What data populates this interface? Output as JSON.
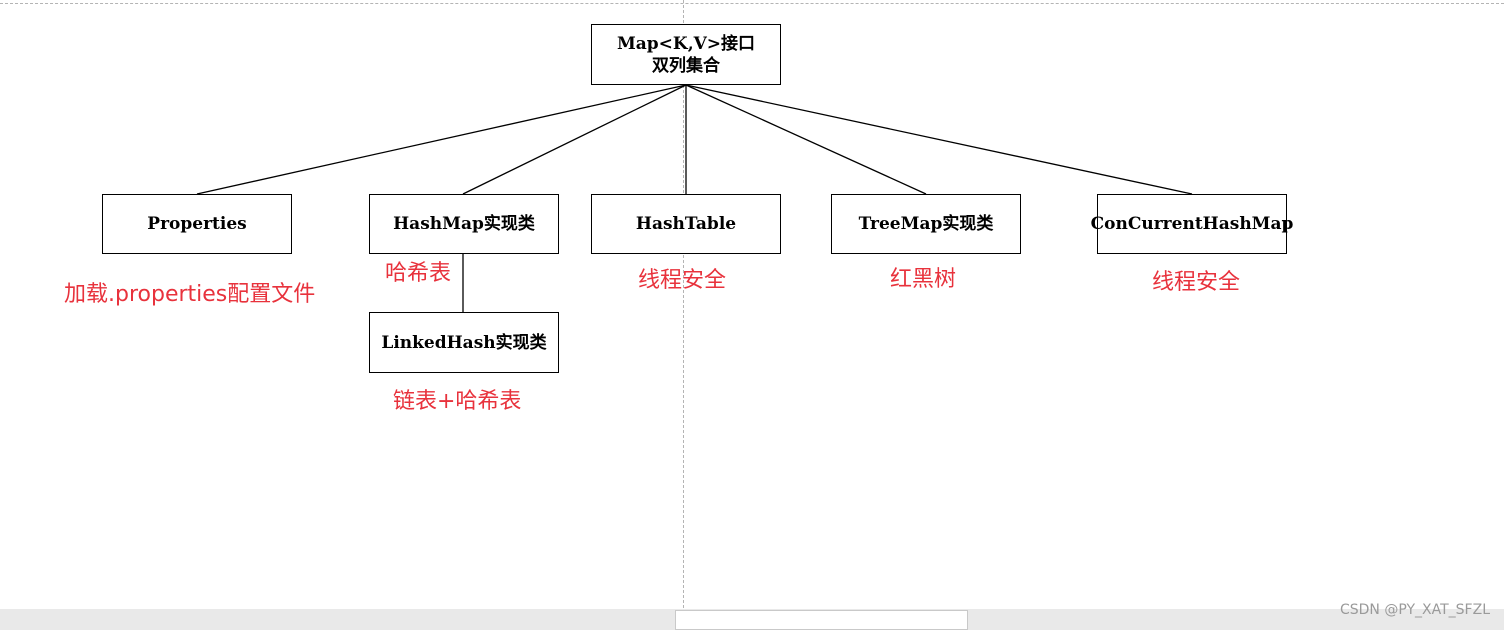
{
  "diagram": {
    "root": {
      "line1": "Map<K,V>接口",
      "line2": "双列集合"
    },
    "children": [
      {
        "label": "Properties",
        "note": "加载.properties配置文件"
      },
      {
        "label": "HashMap实现类",
        "note": "哈希表",
        "child": {
          "label": "LinkedHash实现类",
          "note": "链表+哈希表"
        }
      },
      {
        "label": "HashTable",
        "note": "线程安全"
      },
      {
        "label": "TreeMap实现类",
        "note": "红黑树"
      },
      {
        "label": "ConCurrentHashMap",
        "note": "线程安全"
      }
    ],
    "note_color": "#e8323c"
  },
  "footer": {
    "watermark": "CSDN @PY_XAT_SFZL"
  }
}
